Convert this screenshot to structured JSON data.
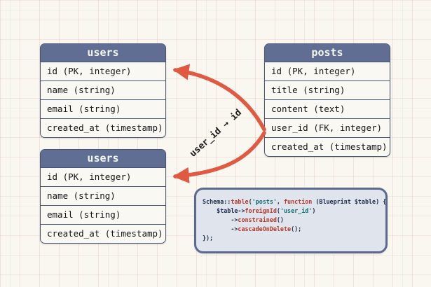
{
  "diagram": {
    "tables": [
      {
        "key": "users-top",
        "name": "users",
        "rows": [
          "id (PK, integer)",
          "name (string)",
          "email (string)",
          "created_at (timestamp)"
        ]
      },
      {
        "key": "users-bottom",
        "name": "users",
        "rows": [
          "id (PK, integer)",
          "name (string)",
          "email (string)",
          "created_at (timestamp)"
        ]
      },
      {
        "key": "posts",
        "name": "posts",
        "rows": [
          "id (PK, integer)",
          "title (string)",
          "content (text)",
          "user_id (FK, integer)",
          "created_at (timestamp)"
        ]
      }
    ],
    "relationship": {
      "label": "user_id → id",
      "from_table": "posts",
      "from_column": "user_id",
      "to_column": "id",
      "arrow_color": "#e05a41"
    },
    "colors": {
      "table_header_bg": "#5f6e92",
      "table_border": "#44536f",
      "table_row_bg": "#faf8f3",
      "background": "#faf7f0",
      "code_box_bg": "#e0e5ed",
      "code_box_border": "#5c6b8d"
    }
  },
  "code_snippet": {
    "token_colors": {
      "plain": "#1c2b4a",
      "method": "#b5382a",
      "string": "#0e6e74"
    },
    "lines": [
      [
        {
          "t": "Schema::",
          "c": "plain"
        },
        {
          "t": "table",
          "c": "method"
        },
        {
          "t": "(",
          "c": "plain"
        },
        {
          "t": "'posts'",
          "c": "string"
        },
        {
          "t": ", ",
          "c": "plain"
        },
        {
          "t": "function",
          "c": "method"
        },
        {
          "t": " (Blueprint $table) {",
          "c": "plain"
        }
      ],
      [
        {
          "t": "    $table->",
          "c": "plain"
        },
        {
          "t": "foreignId",
          "c": "method"
        },
        {
          "t": "(",
          "c": "plain"
        },
        {
          "t": "'user_id'",
          "c": "string"
        },
        {
          "t": ")",
          "c": "plain"
        }
      ],
      [
        {
          "t": "        ->",
          "c": "plain"
        },
        {
          "t": "constrained",
          "c": "method"
        },
        {
          "t": "()",
          "c": "plain"
        }
      ],
      [
        {
          "t": "        ->",
          "c": "plain"
        },
        {
          "t": "cascadeOnDelete",
          "c": "method"
        },
        {
          "t": "();",
          "c": "plain"
        }
      ],
      [
        {
          "t": "});",
          "c": "plain"
        }
      ]
    ]
  }
}
